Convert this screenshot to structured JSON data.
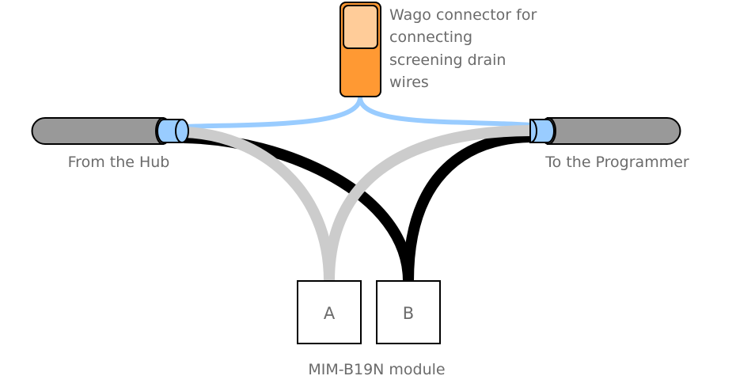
{
  "diagram": {
    "title": "Wiring of MIM-B19N module between hub and programmer",
    "colors": {
      "wire_a": "#cccccc",
      "wire_b": "#000000",
      "drain": "#99ccff",
      "cable_jacket": "#999999",
      "wago_body": "#ff9933",
      "wago_lever": "#ffcc99",
      "text": "#6b6b6b"
    },
    "wago": {
      "label_lines": [
        "Wago connector for",
        "connecting",
        "screening drain",
        "wires"
      ]
    },
    "left_cable": {
      "label": "From the Hub"
    },
    "right_cable": {
      "label": "To the Programmer"
    },
    "module": {
      "label": "MIM-B19N module",
      "terminals": [
        {
          "id": "A",
          "label": "A"
        },
        {
          "id": "B",
          "label": "B"
        }
      ]
    },
    "connections": [
      {
        "from": "From the Hub",
        "wire": "A",
        "color": "gray",
        "to": "A"
      },
      {
        "from": "From the Hub",
        "wire": "B",
        "color": "black",
        "to": "B"
      },
      {
        "from": "To the Programmer",
        "wire": "A",
        "color": "gray",
        "to": "A"
      },
      {
        "from": "To the Programmer",
        "wire": "B",
        "color": "black",
        "to": "B"
      },
      {
        "from": "From the Hub",
        "wire": "drain",
        "color": "light-blue",
        "to": "Wago connector"
      },
      {
        "from": "To the Programmer",
        "wire": "drain",
        "color": "light-blue",
        "to": "Wago connector"
      }
    ]
  }
}
